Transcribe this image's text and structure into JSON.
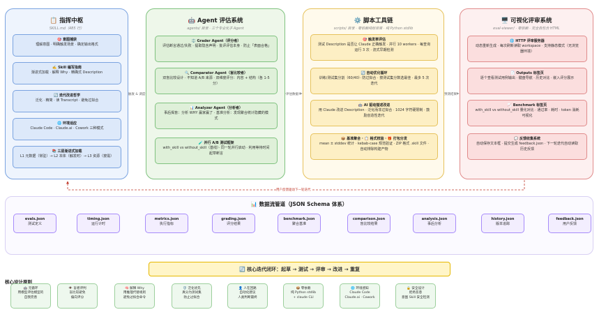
{
  "columns": [
    {
      "title": "📋 指挥中枢",
      "subtitle": "SKILL.md（485 行）",
      "cards": [
        {
          "title": "🎯 意图捕获",
          "body": "理解意图 · 明确触发场景 · 确定输出格式"
        },
        {
          "title": "✍️ Skill 编写指南",
          "body": "渐进式加载 · 解释 Why · 精确式 Description"
        },
        {
          "title": "🔄 迭代改进哲学",
          "body": "泛化 · 精简 · 读 Transcript · 避免过拟合"
        },
        {
          "title": "🌐 环境适应",
          "body": "Claude Code · Claude.ai · Cowork 三种模式"
        },
        {
          "title": "📚 三层渐进式加载",
          "body": "L1 元数据（常驻）→ L2 本体（触发时）→ L3 资源（按需）"
        }
      ]
    },
    {
      "title": "🤖 Agent 评估系统",
      "subtitle": "agents/ 目录 · 三个专业化子 Agent",
      "cards": [
        {
          "title": "⚖️ Grader Agent（评分者）",
          "body": "评估断言通过/失败 · 提取隐含声明 · 批评评估本身 · 防止「表面合格」"
        },
        {
          "title": "🔍 Comparator Agent（盲比较者）",
          "body": "双盲比较设计 · 不知道 A/B 来源 · 双维度评分：内容 + 结构（各 1-5 分）"
        },
        {
          "title": "📊 Analyzer Agent（分析者）",
          "body": "事后揭盲：分析 WHY 赢家赢了 · 基准分析：发现聚合统计隐藏的模式"
        },
        {
          "title": "🧪 并行 A/B 测试框架",
          "body": "with_skill vs without_skill（基线）· 同一轮并行启动 · 利用等待时间起草断言"
        }
      ]
    },
    {
      "title": "⚙️ 脚本工具链",
      "subtitle": "scripts/ 目录 · 零依赖纯标准库 · 纯 Python stdlib",
      "cards": [
        {
          "title": "🎯 触发率评估",
          "body": "测试 Description 是否让 Claude 正确触发 · 并行 10 workers · 每查询运行 3 次 · 流式早期检测"
        },
        {
          "title": "🔄 自动优化循环",
          "body": "训练/测试集分割（60/40）· 防过拟合 · 按测试集分数选最佳 · 最多 5 次迭代"
        },
        {
          "title": "🤖 AI 驱动描述改进",
          "body": "用 Claude 改进 Description · 泛化而非过拟合 · 1024 字符硬限制 · 鼓励创造性迭代"
        },
        {
          "title": "📦 基准聚合 · 📋 格式校验 · 🎁 打包分发",
          "body": "mean ± stddev 统计 · kebab-case 规范验证 · ZIP 格式 .skill 文件 · 自动排除构建产物"
        }
      ]
    },
    {
      "title": "🖥️ 可视化评审系统",
      "subtitle": "eval-viewer/ · 零依赖 · 完全自包含 HTML",
      "cards": [
        {
          "title": "🌐 HTTP 评审服务器",
          "body": "动态重新生成 · 每次刷新读取 workspace · 支持静态模式（无浏览器环境）"
        },
        {
          "title": "📄 Outputs 标签页",
          "body": "逐个查看测试用例输出 · 键盘导航 · 历史对比 · 嵌入评分展示"
        },
        {
          "title": "📈 Benchmark 标签页",
          "body": "with_skill vs without_skill 量化对比 · 通过率 · 耗时 · token 消耗可视化"
        },
        {
          "title": "💬 反馈收集系统",
          "body": "自动保存文本框 · 提交生成 feedback.json · 下一轮迭代自动读取历史反馈"
        }
      ]
    }
  ],
  "edges": {
    "a_to_b": "触发 & 调度",
    "b_to_c": "评估数据",
    "c_to_d": "预测结果",
    "feedback": "用户反馈驱动下一轮迭代"
  },
  "pipeline": {
    "title": "📊 数据流管道（JSON Schema 体系）",
    "nodes": [
      {
        "name": "evals.json",
        "desc": "测试定义"
      },
      {
        "name": "timing.json",
        "desc": "运行计时"
      },
      {
        "name": "metrics.json",
        "desc": "执行指标"
      },
      {
        "name": "grading.json",
        "desc": "评分结果"
      },
      {
        "name": "benchmark.json",
        "desc": "聚合基准"
      },
      {
        "name": "comparison.json",
        "desc": "盲比较结果"
      },
      {
        "name": "analysis.json",
        "desc": "事后分析"
      },
      {
        "name": "history.json",
        "desc": "版本追踪"
      },
      {
        "name": "feedback.json",
        "desc": "用户反馈"
      }
    ]
  },
  "loop": "🔄 核心迭代闭环：起草 → 测试 → 评审 → 改进 → 重复",
  "principles": {
    "heading": "核心设计原则",
    "items": [
      {
        "l1": "🤖 元循环",
        "l2": "用模型评估模型的",
        "l3": "自我完善"
      },
      {
        "l1": "👁️ 盲者评判",
        "l2": "盲比较避免",
        "l3": "偏向评分"
      },
      {
        "l1": "🧠 解释 Why",
        "l2": "用推理代替规则",
        "l3": "避免过拟合命令"
      },
      {
        "l1": "🛡️ 泛化优先",
        "l2": "真分为测试集",
        "l3": "防止过拟合"
      },
      {
        "l1": "👤 人在回路",
        "l2": "自动化建议",
        "l3": "人类判断最终"
      },
      {
        "l1": "📦 零依赖",
        "l2": "纯 Python stdlib",
        "l3": "+ claude CLI"
      },
      {
        "l1": "🌐 环境感知",
        "l2": "Claude Code",
        "l3": "Claude.ai · Cowork"
      },
      {
        "l1": "🔒 安全设计",
        "l2": "拒绝恶意",
        "l3": "意图 Skill 安全检测"
      }
    ]
  },
  "colors": {
    "blue_bg": "#eef4fd",
    "blue_border": "#7aa3e0",
    "blue_card": "#dde9fa",
    "green_bg": "#eef7ea",
    "green_border": "#7fc27f",
    "green_card": "#dff0d9",
    "yellow_bg": "#fffaec",
    "yellow_border": "#e6c25c",
    "yellow_card": "#fdefc4",
    "red_bg": "#fdf0f0",
    "red_border": "#e08b8b",
    "red_card": "#fbdede",
    "purple_border": "#a78bfa",
    "feedback_red": "#c0392b"
  }
}
